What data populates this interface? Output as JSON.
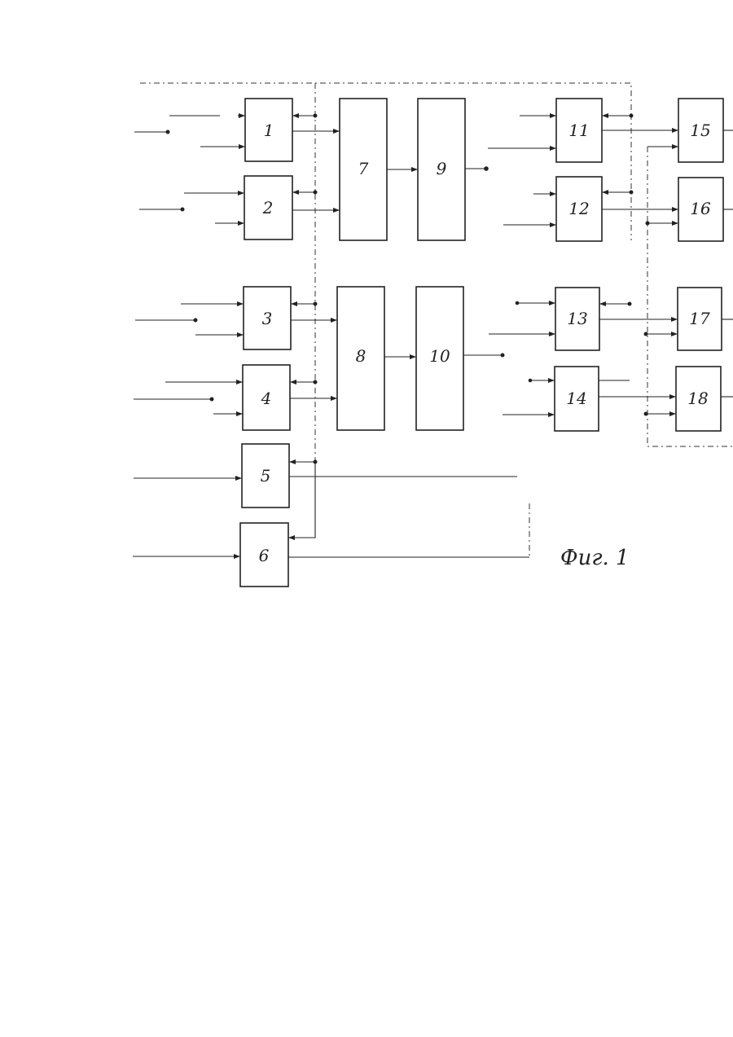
{
  "colors": {
    "ink": "#222222",
    "paper": "#ffffff"
  },
  "caption": "Фиг. 1",
  "blocks": [
    {
      "id": "b1",
      "label": "1"
    },
    {
      "id": "b2",
      "label": "2"
    },
    {
      "id": "b3",
      "label": "3"
    },
    {
      "id": "b4",
      "label": "4"
    },
    {
      "id": "b5",
      "label": "5"
    },
    {
      "id": "b6",
      "label": "6"
    },
    {
      "id": "b7",
      "label": "7"
    },
    {
      "id": "b8",
      "label": "8"
    },
    {
      "id": "b9",
      "label": "9"
    },
    {
      "id": "b10",
      "label": "10"
    },
    {
      "id": "b11",
      "label": "11"
    },
    {
      "id": "b12",
      "label": "12"
    },
    {
      "id": "b13",
      "label": "13"
    },
    {
      "id": "b14",
      "label": "14"
    },
    {
      "id": "b15",
      "label": "15"
    },
    {
      "id": "b16",
      "label": "16"
    },
    {
      "id": "b17",
      "label": "17"
    },
    {
      "id": "b18",
      "label": "18"
    }
  ]
}
